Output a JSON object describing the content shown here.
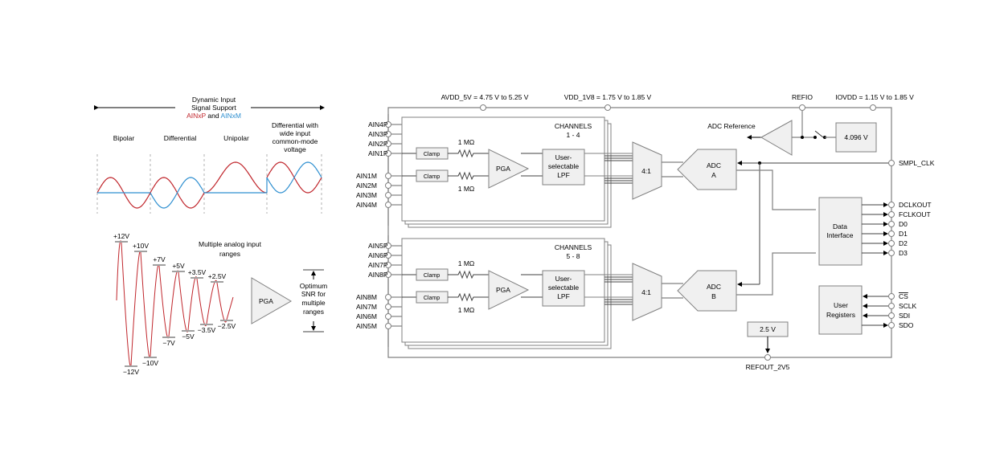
{
  "left_panel": {
    "dynamic_title_line1": "Dynamic Input",
    "dynamic_title_line2": "Signal Support",
    "legend_p": "AINxP",
    "legend_and": " and ",
    "legend_m": "AINxM",
    "modes": [
      "Bipolar",
      "Differential",
      "Unipolar"
    ],
    "mode4_lines": [
      "Differential with",
      "wide input",
      "common-mode",
      "voltage"
    ],
    "multi_range_title": [
      "Multiple analog input",
      "ranges"
    ],
    "positive_ranges": [
      "+12V",
      "+10V",
      "+7V",
      "+5V",
      "+3.5V",
      "+2.5V"
    ],
    "negative_ranges": [
      "−12V",
      "−10V",
      "−7V",
      "−5V",
      "−3.5V",
      "−2.5V"
    ],
    "pga_label": "PGA",
    "snr_lines": [
      "Optimum",
      "SNR for",
      "multiple",
      "ranges"
    ]
  },
  "colors": {
    "p_signal": "#c0262c",
    "m_signal": "#2e8fd0",
    "wire": "#808080",
    "block_fill": "#f0f0f0"
  },
  "block_diagram": {
    "supplies": {
      "avdd": "AVDD_5V = 4.75 V to 5.25 V",
      "vdd": "VDD_1V8 = 1.75 V to 1.85 V",
      "refio": "REFIO",
      "iovdd": "IOVDD = 1.15 V to 1.85 V"
    },
    "channel_group_a": {
      "title": [
        "CHANNELS",
        "1 - 4"
      ],
      "p_pins": [
        "AIN4P",
        "AIN3P",
        "AIN2P",
        "AIN1P"
      ],
      "m_pins": [
        "AIN1M",
        "AIN2M",
        "AIN3M",
        "AIN4M"
      ],
      "clamp": "Clamp",
      "resistor": "1 MΩ",
      "pga": "PGA",
      "lpf": [
        "User-",
        "selectable",
        "LPF"
      ],
      "mux": "4:1",
      "adc": [
        "ADC",
        "A"
      ]
    },
    "channel_group_b": {
      "title": [
        "CHANNELS",
        "5 - 8"
      ],
      "p_pins": [
        "AIN5P",
        "AIN6P",
        "AIN7P",
        "AIN8P"
      ],
      "m_pins": [
        "AIN8M",
        "AIN7M",
        "AIN6M",
        "AIN5M"
      ],
      "clamp": "Clamp",
      "resistor": "1 MΩ",
      "pga": "PGA",
      "lpf": [
        "User-",
        "selectable",
        "LPF"
      ],
      "mux": "4:1",
      "adc": [
        "ADC",
        "B"
      ]
    },
    "adc_reference": "ADC Reference",
    "ref_voltage": "4.096 V",
    "smpl_clk": "SMPL_CLK",
    "data_interface": [
      "Data",
      "Interface"
    ],
    "data_outputs": [
      "DCLKOUT",
      "FCLKOUT",
      "D0",
      "D1",
      "D2",
      "D3"
    ],
    "user_registers": [
      "User",
      "Registers"
    ],
    "spi_pins": [
      "CS",
      "SCLK",
      "SDI",
      "SDO"
    ],
    "refout_box": "2.5 V",
    "refout_pin": "REFOUT_2V5"
  }
}
